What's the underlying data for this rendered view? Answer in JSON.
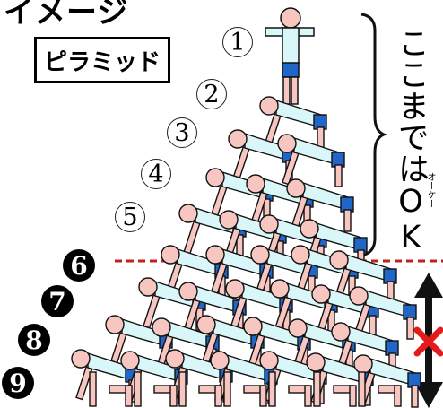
{
  "header": {
    "title": "イメージ"
  },
  "label_box": {
    "text": "ピラミッド"
  },
  "ok_note": {
    "text": "ここまではOK",
    "ruby": "オーケー"
  },
  "tiers": [
    "1",
    "2",
    "3",
    "4",
    "5",
    "6",
    "7",
    "8",
    "9"
  ],
  "colors": {
    "skin": "#f8c6c0",
    "shirt": "#d9f6f8",
    "shorts": "#1f66c8",
    "divider": "#c22020",
    "cross": "#e21b1b"
  }
}
